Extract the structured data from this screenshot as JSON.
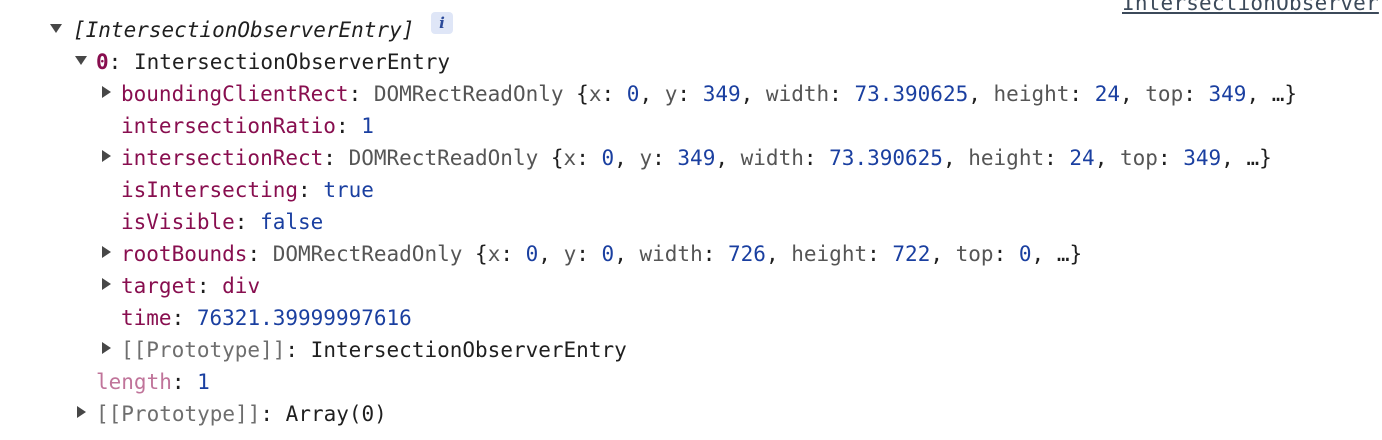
{
  "source_link": "IntersectionObserver",
  "root": {
    "label": "[IntersectionObserverEntry]",
    "info_badge": "i",
    "expanded": true
  },
  "entry": {
    "index": "0",
    "type": "IntersectionObserverEntry",
    "expanded": true,
    "properties": [
      {
        "key": "boundingClientRect",
        "expandable": true,
        "type": "DOMRectReadOnly",
        "preview": [
          {
            "k": "x",
            "v": "0"
          },
          {
            "k": "y",
            "v": "349"
          },
          {
            "k": "width",
            "v": "73.390625"
          },
          {
            "k": "height",
            "v": "24"
          },
          {
            "k": "top",
            "v": "349"
          }
        ],
        "ellipsis": "…}"
      },
      {
        "key": "intersectionRatio",
        "expandable": false,
        "value": "1",
        "value_kind": "num"
      },
      {
        "key": "intersectionRect",
        "expandable": true,
        "type": "DOMRectReadOnly",
        "preview": [
          {
            "k": "x",
            "v": "0"
          },
          {
            "k": "y",
            "v": "349"
          },
          {
            "k": "width",
            "v": "73.390625"
          },
          {
            "k": "height",
            "v": "24"
          },
          {
            "k": "top",
            "v": "349"
          }
        ],
        "ellipsis": "…}"
      },
      {
        "key": "isIntersecting",
        "expandable": false,
        "value": "true",
        "value_kind": "bool"
      },
      {
        "key": "isVisible",
        "expandable": false,
        "value": "false",
        "value_kind": "bool"
      },
      {
        "key": "rootBounds",
        "expandable": true,
        "type": "DOMRectReadOnly",
        "preview": [
          {
            "k": "x",
            "v": "0"
          },
          {
            "k": "y",
            "v": "0"
          },
          {
            "k": "width",
            "v": "726"
          },
          {
            "k": "height",
            "v": "722"
          },
          {
            "k": "top",
            "v": "0"
          }
        ],
        "ellipsis": "…}"
      },
      {
        "key": "target",
        "expandable": true,
        "value": "div",
        "value_kind": "str"
      },
      {
        "key": "time",
        "expandable": false,
        "value": "76321.39999997616",
        "value_kind": "num"
      },
      {
        "key": "[[Prototype]]",
        "expandable": true,
        "value": "IntersectionObserverEntry",
        "value_kind": "plain",
        "proto": true
      }
    ]
  },
  "length": {
    "key": "length",
    "value": "1"
  },
  "array_proto": {
    "key": "[[Prototype]]",
    "value": "Array(0)"
  },
  "colors": {
    "key": "#880e4f",
    "number": "#1a3fa0",
    "type": "#555555",
    "link": "#3c4a5a"
  }
}
